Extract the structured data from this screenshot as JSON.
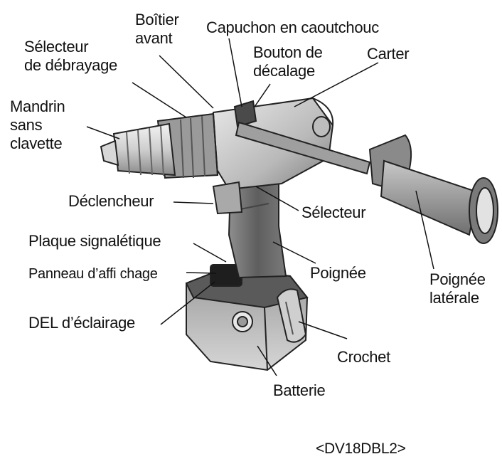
{
  "labels": {
    "boitier_avant": [
      "Boîtier",
      "avant"
    ],
    "capuchon": "Capuchon en caoutchouc",
    "selecteur_debrayage": [
      "Sélecteur",
      "de débrayage"
    ],
    "bouton_decalage": [
      "Bouton de",
      "décalage"
    ],
    "carter": "Carter",
    "mandrin": [
      "Mandrin",
      "sans",
      "clavette"
    ],
    "declencheur": "Déclencheur",
    "selecteur": "Sélecteur",
    "plaque": "Plaque signalétique",
    "panneau": "Panneau d’affi  chage",
    "poignee": "Poignée",
    "poignee_laterale": [
      "Poignée",
      "latérale"
    ],
    "del": "DEL d’éclairage",
    "crochet": "Crochet",
    "batterie": "Batterie"
  },
  "model": "<DV18DBL2>"
}
